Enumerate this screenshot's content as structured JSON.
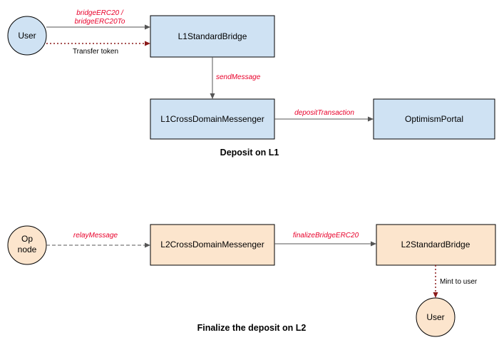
{
  "colors": {
    "l1_fill": "#cfe2f3",
    "l2_fill": "#fce5cd",
    "stroke": "#000000",
    "edge_label": "#e8002a",
    "dotted_arrow": "#8b1a1a",
    "arrow": "#555555"
  },
  "l1": {
    "user": "User",
    "standard_bridge": "L1StandardBridge",
    "cross_domain_messenger": "L1CrossDomainMessenger",
    "optimism_portal": "OptimismPortal",
    "edge_bridge_line1": "bridgeERC20 /",
    "edge_bridge_line2": "bridgeERC20To",
    "edge_transfer": "Transfer token",
    "edge_send_message": "sendMessage",
    "edge_deposit_transaction": "depositTransaction",
    "title": "Deposit on L1"
  },
  "l2": {
    "op_node_line1": "Op",
    "op_node_line2": "node",
    "cross_domain_messenger": "L2CrossDomainMessenger",
    "standard_bridge": "L2StandardBridge",
    "user": "User",
    "edge_relay_message": "relayMessage",
    "edge_finalize": "finalizeBridgeERC20",
    "edge_mint": "Mint to user",
    "title": "Finalize the deposit on L2"
  }
}
